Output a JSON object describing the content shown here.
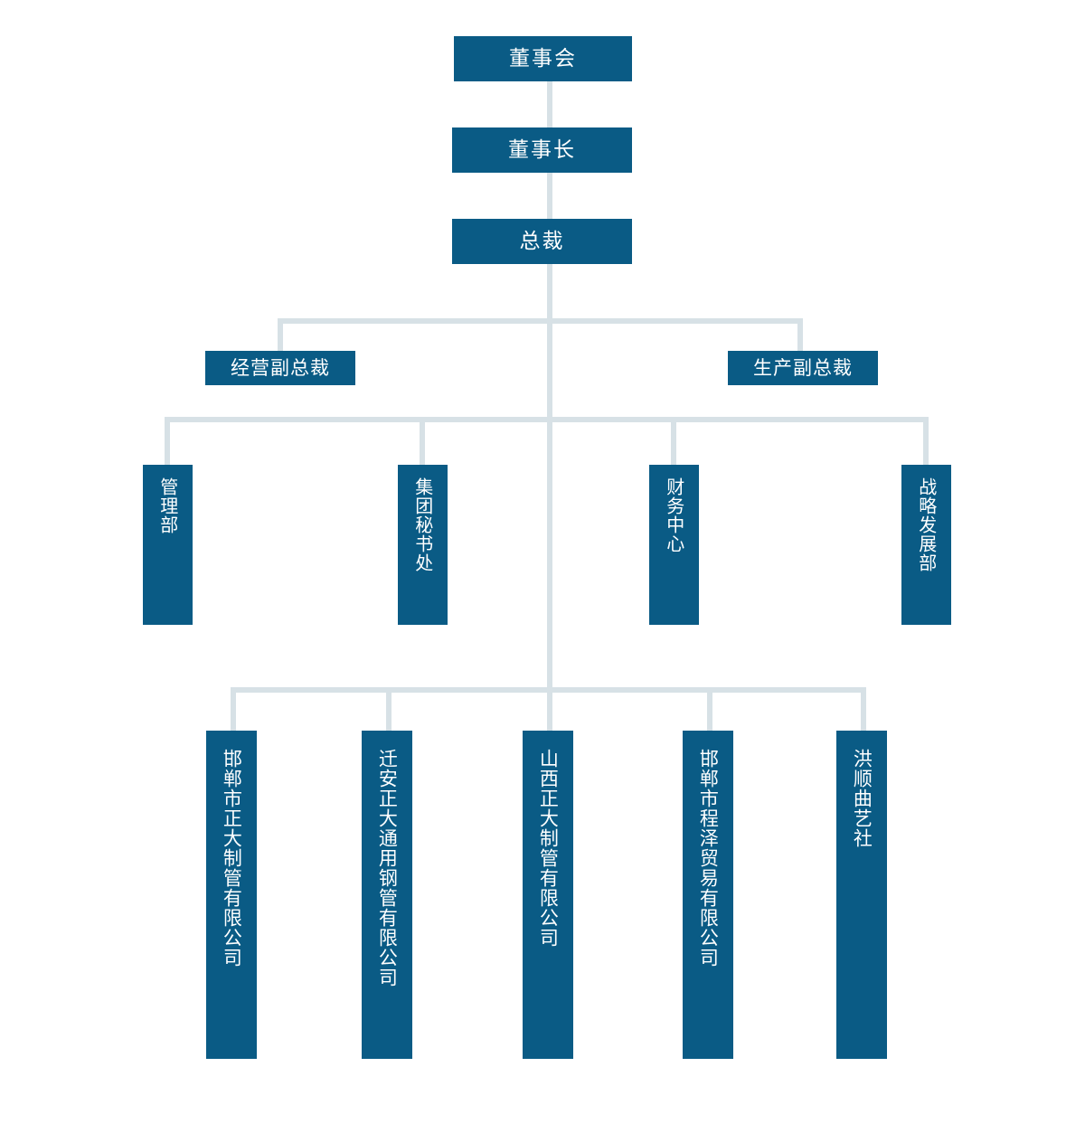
{
  "chart_data": {
    "type": "diagram",
    "diagram_kind": "organization-chart",
    "title": "",
    "orientation": "top-down",
    "colors": {
      "node_fill": "#0a5b85",
      "node_text": "#ffffff",
      "connector": "#d7e1e6",
      "background": "#ffffff"
    },
    "levels": [
      {
        "level": 1,
        "nodes": [
          {
            "id": "board",
            "label": "董事会"
          }
        ]
      },
      {
        "level": 2,
        "nodes": [
          {
            "id": "chairman",
            "label": "董事长"
          }
        ]
      },
      {
        "level": 3,
        "nodes": [
          {
            "id": "president",
            "label": "总裁"
          }
        ]
      },
      {
        "level": 4,
        "nodes": [
          {
            "id": "vp-operations",
            "label": "经营副总裁"
          },
          {
            "id": "vp-production",
            "label": "生产副总裁"
          }
        ]
      },
      {
        "level": 5,
        "nodes": [
          {
            "id": "dept-management",
            "label": "管理部"
          },
          {
            "id": "dept-secretariat",
            "label": "集团秘书处"
          },
          {
            "id": "dept-finance",
            "label": "财务中心"
          },
          {
            "id": "dept-strategy",
            "label": "战略发展部"
          }
        ]
      },
      {
        "level": 6,
        "nodes": [
          {
            "id": "sub-handan-zhengda",
            "label": "邯郸市正大制管有限公司"
          },
          {
            "id": "sub-qianan-zhengda",
            "label": "迁安正大通用钢管有限公司"
          },
          {
            "id": "sub-shanxi-zhengda",
            "label": "山西正大制管有限公司"
          },
          {
            "id": "sub-handan-chengze",
            "label": "邯郸市程泽贸易有限公司"
          },
          {
            "id": "sub-hongshun",
            "label": "洪顺曲艺社"
          }
        ]
      }
    ],
    "edges": [
      {
        "from": "board",
        "to": "chairman"
      },
      {
        "from": "chairman",
        "to": "president"
      },
      {
        "from": "president",
        "to": "vp-operations"
      },
      {
        "from": "president",
        "to": "vp-production"
      },
      {
        "from": "president",
        "to": "dept-management"
      },
      {
        "from": "president",
        "to": "dept-secretariat"
      },
      {
        "from": "president",
        "to": "dept-finance"
      },
      {
        "from": "president",
        "to": "dept-strategy"
      },
      {
        "from": "president",
        "to": "sub-handan-zhengda"
      },
      {
        "from": "president",
        "to": "sub-qianan-zhengda"
      },
      {
        "from": "president",
        "to": "sub-shanxi-zhengda"
      },
      {
        "from": "president",
        "to": "sub-handan-chengze"
      },
      {
        "from": "president",
        "to": "sub-hongshun"
      }
    ]
  },
  "org": {
    "board": {
      "label": "董事会"
    },
    "chairman": {
      "label": "董事长"
    },
    "president": {
      "label": "总裁"
    },
    "vps": [
      {
        "label": "经营副总裁"
      },
      {
        "label": "生产副总裁"
      }
    ],
    "departments": [
      {
        "label": "管理部"
      },
      {
        "label": "集团秘书处"
      },
      {
        "label": "财务中心"
      },
      {
        "label": "战略发展部"
      }
    ],
    "subsidiaries": [
      {
        "label": "邯郸市正大制管有限公司"
      },
      {
        "label": "迁安正大通用钢管有限公司"
      },
      {
        "label": "山西正大制管有限公司"
      },
      {
        "label": "邯郸市程泽贸易有限公司"
      },
      {
        "label": "洪顺曲艺社"
      }
    ]
  }
}
